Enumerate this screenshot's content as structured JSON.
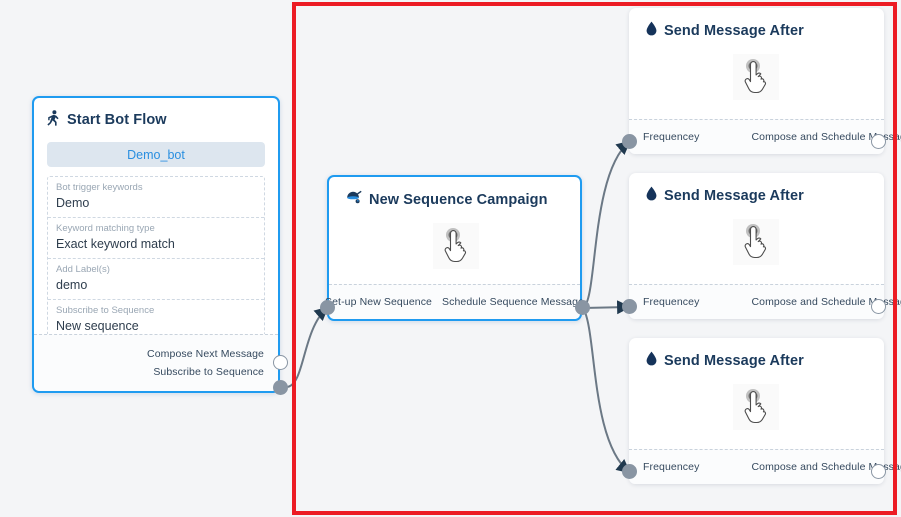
{
  "canvas": {
    "background_color": "#f4f5f7",
    "highlight_color": "#ec1c24"
  },
  "start_node": {
    "icon": "running-person-icon",
    "title": "Start Bot Flow",
    "bot_pill": "Demo_bot",
    "fields": [
      {
        "label": "Bot trigger keywords",
        "value": "Demo"
      },
      {
        "label": "Keyword matching type",
        "value": "Exact keyword match"
      },
      {
        "label": "Add Label(s)",
        "value": "demo"
      },
      {
        "label": "Subscribe to Sequence",
        "value": "New sequence"
      }
    ],
    "ports": [
      {
        "label": "Compose Next Message",
        "state": "hollow"
      },
      {
        "label": "Subscribe to Sequence",
        "state": "filled"
      }
    ]
  },
  "campaign_node": {
    "icon": "megaphone-icon",
    "title": "New Sequence Campaign",
    "cursor_icon": "pointing-hand-cursor",
    "ports": {
      "input_label": "Set-up New Sequence",
      "output_label": "Schedule Sequence Message"
    }
  },
  "message_nodes": [
    {
      "icon": "water-drop-icon",
      "title": "Send Message After",
      "cursor_icon": "pointing-hand-cursor",
      "input_label": "Frequencey",
      "output_label": "Compose and Schedule Message"
    },
    {
      "icon": "water-drop-icon",
      "title": "Send Message After",
      "cursor_icon": "pointing-hand-cursor",
      "input_label": "Frequencey",
      "output_label": "Compose and Schedule Message"
    },
    {
      "icon": "water-drop-icon",
      "title": "Send Message After",
      "cursor_icon": "pointing-hand-cursor",
      "input_label": "Frequencey",
      "output_label": "Compose and Schedule Message"
    }
  ]
}
